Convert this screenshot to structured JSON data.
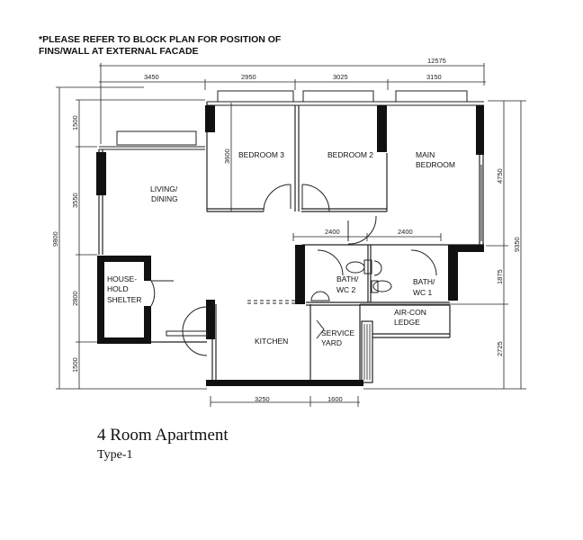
{
  "note": {
    "line1": "*PLEASE REFER TO BLOCK PLAN FOR POSITION OF",
    "line2": "FINS/WALL AT EXTERNAL FACADE"
  },
  "title": "4 Room Apartment",
  "subtitle": "Type-1",
  "rooms": {
    "living_1": "LIVING/",
    "living_2": "DINING",
    "bedroom3": "BEDROOM 3",
    "bedroom2": "BEDROOM 2",
    "main_bedroom_1": "MAIN",
    "main_bedroom_2": "BEDROOM",
    "shelter_1": "HOUSE-",
    "shelter_2": "HOLD",
    "shelter_3": "SHELTER",
    "bath2_1": "BATH/",
    "bath2_2": "WC 2",
    "bath1_1": "BATH/",
    "bath1_2": "WC 1",
    "aircon_1": "AIR-CON",
    "aircon_2": "LEDGE",
    "kitchen": "KITCHEN",
    "service_1": "SERVICE",
    "service_2": "YARD"
  },
  "dimensions": {
    "top_total": "12575",
    "top_1": "3450",
    "top_2": "2950",
    "top_3": "3025",
    "top_4": "3150",
    "left_total": "9800",
    "left_1": "1500",
    "left_2": "3550",
    "left_3": "2800",
    "left_4": "1500",
    "right_total": "9350",
    "right_1": "4750",
    "right_2": "1875",
    "right_3": "2725",
    "bedroom3_depth": "3600",
    "bath_1": "2400",
    "bath_2": "2400",
    "bottom_1": "3250",
    "bottom_2": "1600"
  }
}
